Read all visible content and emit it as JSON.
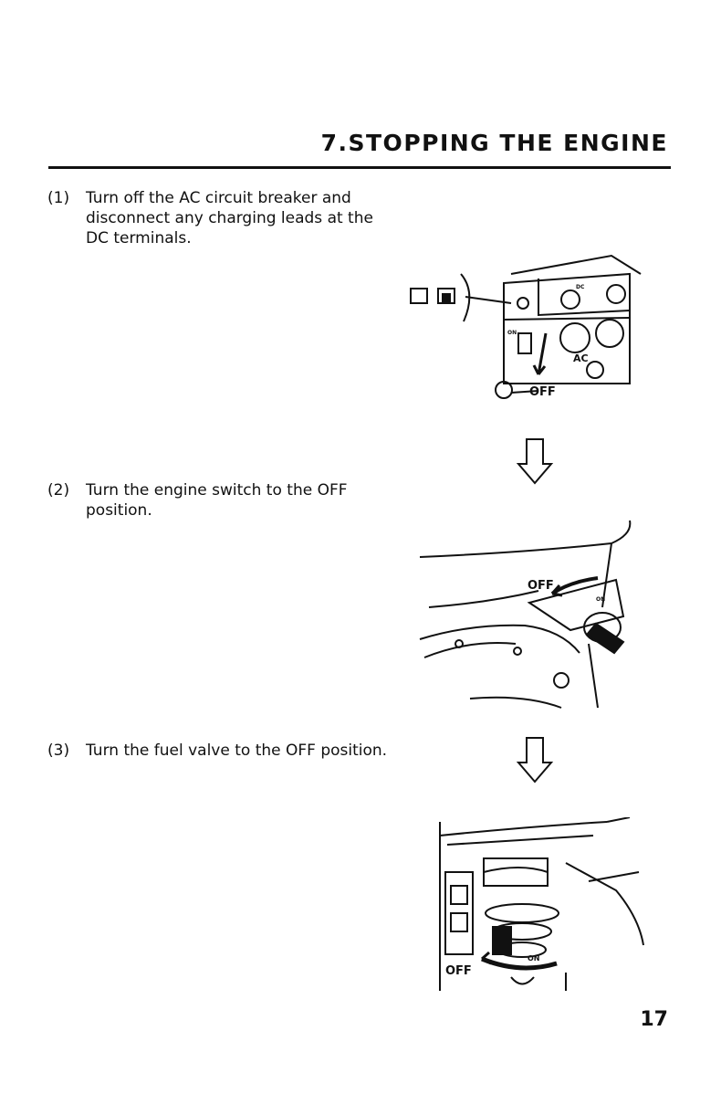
{
  "header": {
    "title": "7.STOPPING THE ENGINE"
  },
  "steps": [
    {
      "number": "(1)",
      "text": "Turn off the AC circuit breaker and disconnect any charging leads at the DC terminals."
    },
    {
      "number": "(2)",
      "text": "Turn the engine switch to the OFF position."
    },
    {
      "number": "(3)",
      "text": "Turn the fuel valve to the OFF position."
    }
  ],
  "figures": {
    "breaker": {
      "off_label": "OFF",
      "dc_label": "DC",
      "ac_label": "AC",
      "on_label": "ON"
    },
    "engine_switch": {
      "off_label": "OFF",
      "on_label": "ON"
    },
    "fuel_valve": {
      "off_label": "OFF",
      "on_label": "ON"
    }
  },
  "footer": {
    "page_number": "17"
  }
}
